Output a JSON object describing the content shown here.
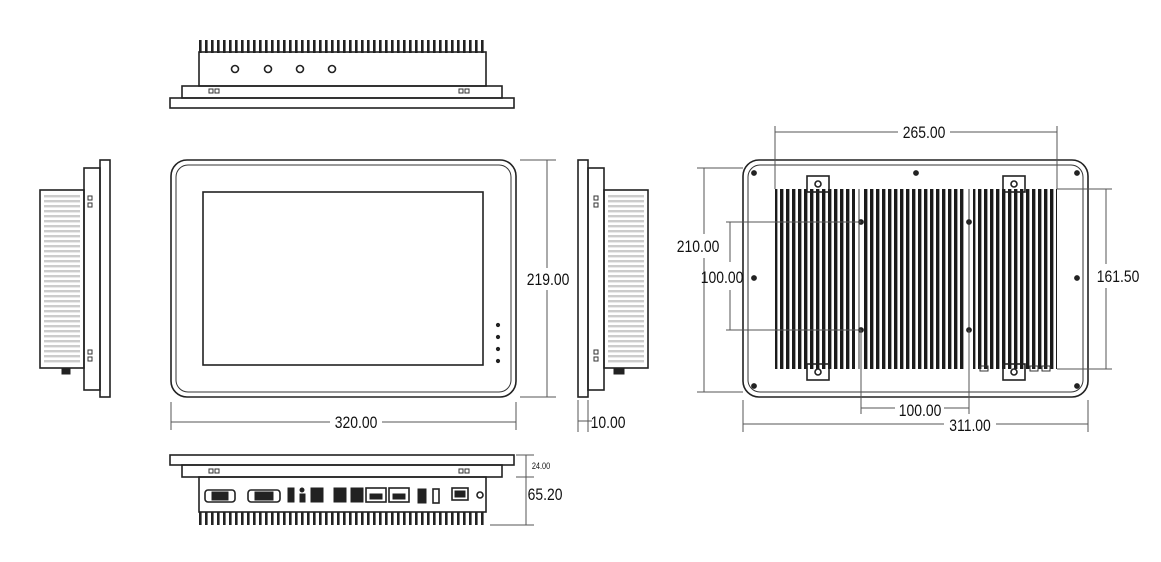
{
  "dimensions": {
    "front_width": "320.00",
    "front_height": "219.00",
    "side_depth": "10.00",
    "bottom_height": "65.20",
    "bottom_small": "24.00",
    "back_mount_width": "265.00",
    "back_height": "210.00",
    "back_vesa_vertical": "100.00",
    "back_right_height": "161.50",
    "back_vesa_horizontal": "100.00",
    "back_width": "311.00"
  }
}
